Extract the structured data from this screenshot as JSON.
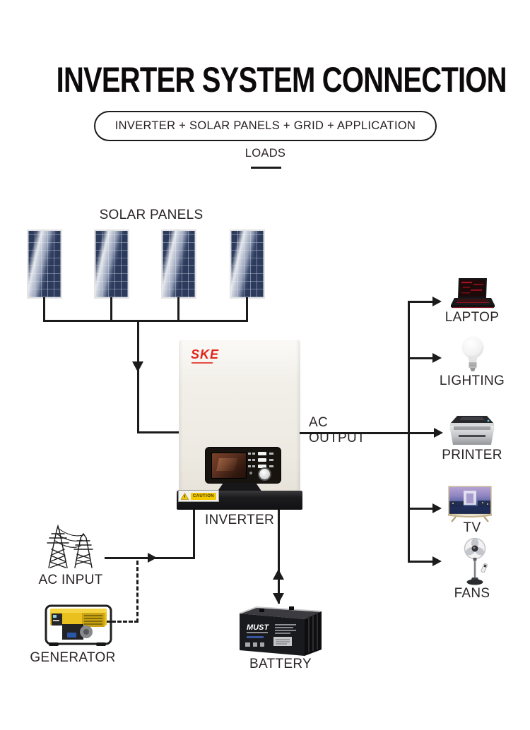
{
  "header": {
    "title": "INVERTER SYSTEM CONNECTION",
    "subtitle": "INVERTER + SOLAR PANELS + GRID + APPLICATION LOADS"
  },
  "solar": {
    "label": "SOLAR PANELS",
    "panel_count": 4
  },
  "inverter": {
    "label": "INVERTER",
    "brand": "SKE",
    "caution_text": "CAUTION"
  },
  "ac_output": {
    "label": "AC OUTPUT"
  },
  "ac_input": {
    "label": "AC INPUT"
  },
  "generator": {
    "label": "GENERATOR"
  },
  "battery": {
    "label": "BATTERY",
    "brand": "MUST"
  },
  "loads": [
    {
      "id": "laptop",
      "label": "LAPTOP",
      "icon": "laptop-icon"
    },
    {
      "id": "lighting",
      "label": "LIGHTING",
      "icon": "light-bulb-icon"
    },
    {
      "id": "printer",
      "label": "PRINTER",
      "icon": "printer-icon"
    },
    {
      "id": "tv",
      "label": "TV",
      "icon": "tv-icon"
    },
    {
      "id": "fans",
      "label": "FANS",
      "icon": "pedestal-fan-icon"
    }
  ],
  "icons": [
    "solar-panel-icon",
    "power-grid-towers-icon",
    "generator-icon",
    "battery-icon",
    "laptop-icon",
    "light-bulb-icon",
    "printer-icon",
    "tv-icon",
    "pedestal-fan-icon",
    "caution-triangle-icon"
  ],
  "colors": {
    "wire": "#1b1b1b",
    "brand_red": "#e2231a",
    "panel_blue": "#2c3a5c",
    "caution_yellow": "#f2c800",
    "generator_yellow": "#e9c01d"
  }
}
